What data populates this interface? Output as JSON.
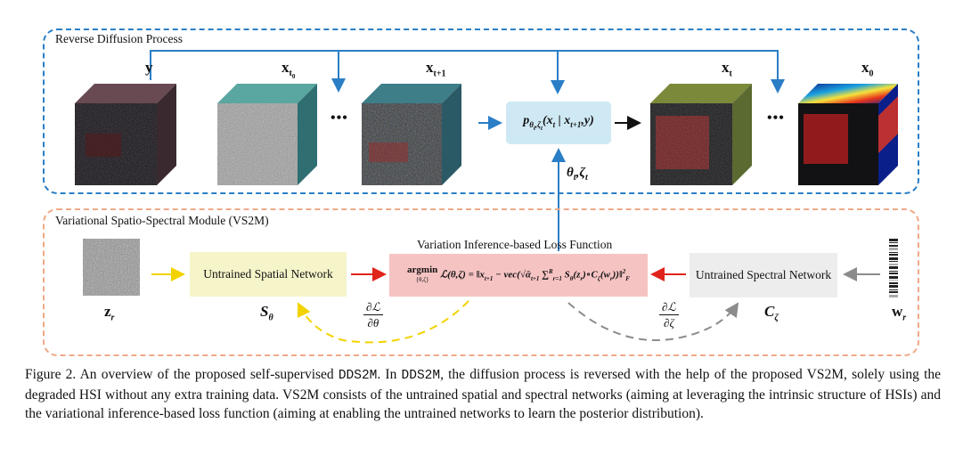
{
  "top_panel": {
    "title": "Reverse Diffusion Process",
    "cubes": [
      {
        "label": "y",
        "sub": ""
      },
      {
        "label": "x",
        "sub": "t0"
      },
      {
        "label": "x",
        "sub": "t+1"
      },
      {
        "label": "x",
        "sub": "t"
      },
      {
        "label": "x",
        "sub": "0"
      }
    ],
    "ellipsis": "•••",
    "posterior_box": "pθt,ζt(xt | xt+1,y)",
    "params_label": "θt,ζt",
    "colors": {
      "border": "#2a7ec6",
      "box_fill": "#cfe9f4",
      "arrow": "#2a7ec6"
    }
  },
  "bottom_panel": {
    "title": "Variational Spatio-Spectral Module (VS2M)",
    "z_label": "z",
    "z_sub": "r",
    "w_label": "w",
    "w_sub": "r",
    "spatial_box": "Untrained Spatial Network",
    "spatial_label": "S",
    "spatial_sub": "θ",
    "loss_title": "Variation Inference-based Loss Function",
    "loss_formula": "argmin ℒ(θ,ζ) = ‖xt+1 − vec(√ᾱt+1 ∑r=1..R Sθ(zr)∘Cζ(wr))‖²F",
    "loss_under": "{θ,ζ}",
    "spectral_box": "Untrained Spectral Network",
    "spectral_label": "C",
    "spectral_sub": "ζ",
    "grad_theta_num": "∂ℒ",
    "grad_theta_den": "∂θ",
    "grad_zeta_num": "∂ℒ",
    "grad_zeta_den": "∂ζ",
    "colors": {
      "border": "#f0a987",
      "spatial_fill": "#f6f5c9",
      "loss_fill": "#f6c3c3",
      "spectral_fill": "#ededed",
      "yellow_arrow": "#f2d300",
      "red_arrow": "#e0241b",
      "gray_arrow": "#8c8c8c"
    }
  },
  "caption": {
    "prefix": "Figure 2. An overview of the proposed self-supervised ",
    "name1": "DDS2M",
    "mid1": ". In ",
    "name2": "DDS2M",
    "rest": ", the diffusion process is reversed with the help of the proposed VS2M, solely using the degraded HSI without any extra training data. VS2M consists of the untrained spatial and spectral networks (aiming at leveraging the intrinsic structure of HSIs) and the variational inference-based loss function (aiming at enabling the untrained networks to learn the posterior distribution)."
  }
}
